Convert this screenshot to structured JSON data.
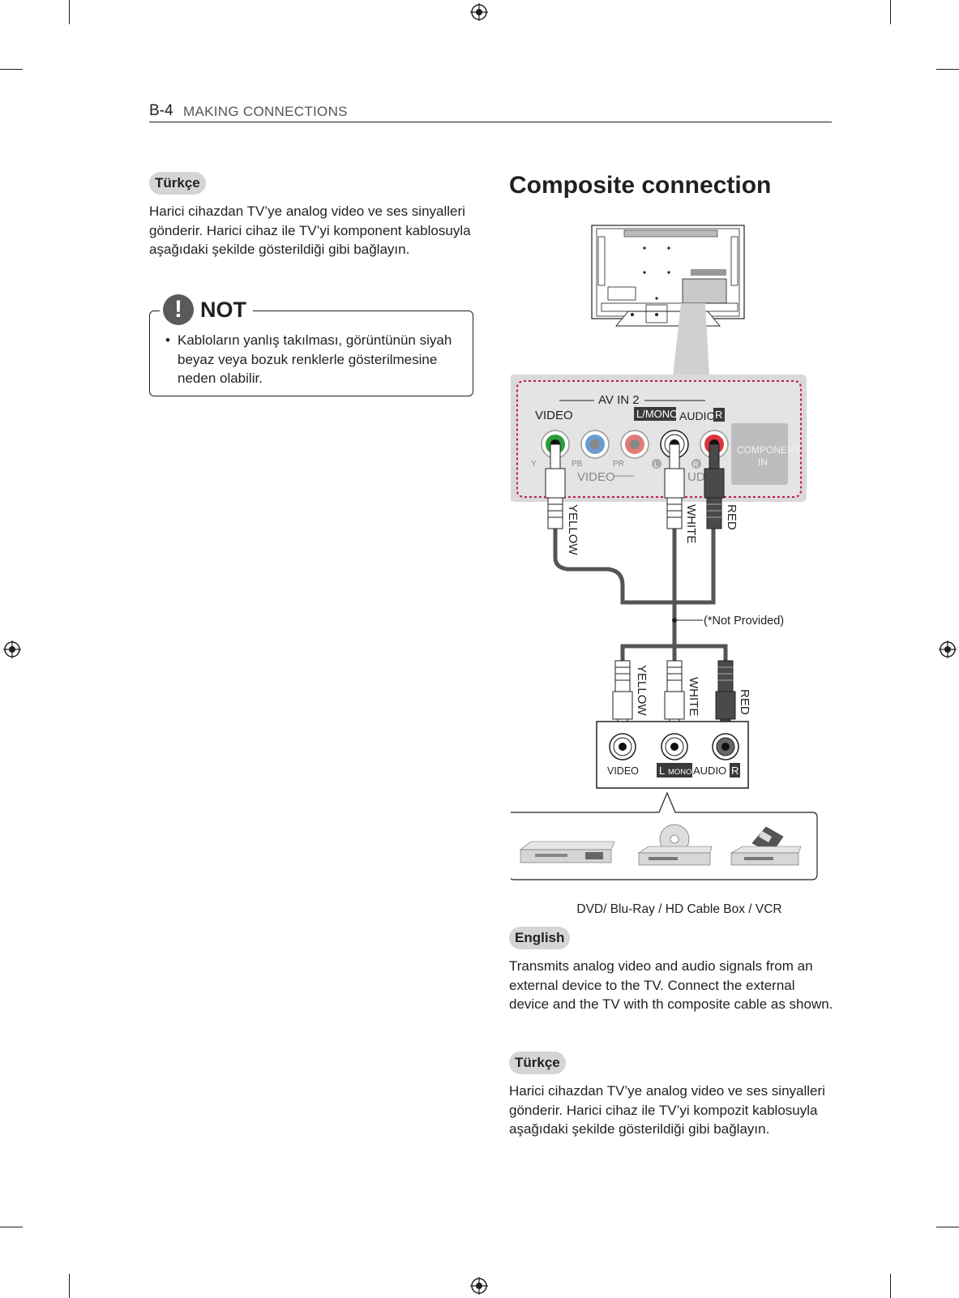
{
  "header": {
    "page_number": "B-4",
    "section_title": "MAKING CONNECTIONS"
  },
  "left": {
    "lang_label": "Türkçe",
    "intro": "Harici cihazdan TV’ye analog video ve ses sinyalleri gönderir. Harici cihaz ile TV’yi komponent kablosuyla aşağıdaki şekilde gösterildiği gibi bağlayın.",
    "note": {
      "icon": "!",
      "title": "NOT",
      "bullet": "•",
      "text": "Kabloların yanlış takılması, görüntünün siyah beyaz veya bozuk renklerle gösterilmesine neden olabilir."
    }
  },
  "right": {
    "title": "Composite connection",
    "diagram": {
      "tv_panel": {
        "group_label": "AV IN 2",
        "video_label": "VIDEO",
        "audio_l": "L/MONO",
        "audio_mid": "AUDIO",
        "audio_r": "R",
        "jack_y": "Y",
        "jack_pb": "PB",
        "jack_pr": "PR",
        "jack_l": "L",
        "jack_r": "R",
        "video_bottom": "VIDEO",
        "audio_bottom_partial": "UD",
        "component_label": "COMPONENT IN"
      },
      "cable_labels_top": [
        "YELLOW",
        "WHITE",
        "RED"
      ],
      "not_provided": "(*Not Provided)",
      "cable_labels_bottom": [
        "YELLOW",
        "WHITE",
        "RED"
      ],
      "device_panel": {
        "video": "VIDEO",
        "l": "L",
        "mono": "MONO",
        "audio": "AUDIO",
        "r": "R"
      },
      "device_caption": "DVD/ Blu-Ray / HD Cable Box / VCR"
    },
    "english": {
      "label": "English",
      "text": "Transmits analog video and audio signals from an external device to the TV. Connect the external device and the TV with th composite cable as shown."
    },
    "turkish": {
      "label": "Türkçe",
      "text": "Harici cihazdan TV’ye analog video ve ses sinyalleri gönderir. Harici cihaz ile TV’yi kompozit kablosuyla aşağıdaki şekilde gösterildiği gibi bağlayın."
    }
  },
  "colors": {
    "text": "#231f20",
    "pill": "#d5d5d5",
    "jack_green": "#2a9d3a",
    "jack_blue": "#6a9bd1",
    "jack_red": "#d9353b",
    "panel_gray": "#d9d9d9",
    "dotted_border": "#c2185b"
  }
}
